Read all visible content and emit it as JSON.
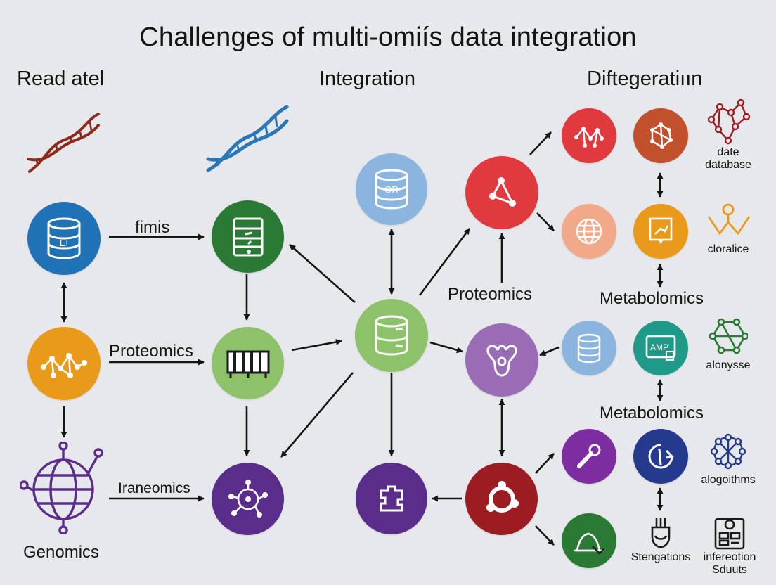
{
  "title": "Challenges of multi-omiís data integration",
  "columns": {
    "left": "Read atel",
    "middle": "Integration",
    "right": "Diftegeratiıın"
  },
  "labels": {
    "fimis": "fimis",
    "proteomics_left": "Proteomics",
    "iraneomics": "Iraneomics",
    "genomics": "Genomics",
    "proteomics_center": "Proteomics",
    "metabolomics_1": "Metabolomics",
    "metabolomics_2": "Metabolomics"
  },
  "captions": {
    "date_database": "date\ndatabase",
    "cloralice": "cloralice",
    "alonysse": "alonysse",
    "alogoithms": "alogoithms",
    "stengations": "Stengations",
    "infereotion_sduuts": "infereotion\nSduuts"
  },
  "node_text": {
    "db_left": "EI",
    "db_or": "OR",
    "amp": "AMP"
  },
  "icons": {
    "dna_left": "dna-helix-icon",
    "dna_center": "dna-helix-icon",
    "database": "database-icon",
    "network": "network-icon",
    "globe": "globe-icon",
    "chart": "chart-icon"
  },
  "colors": {
    "blue_dark": "#1f72b5",
    "green_dark": "#2a7a36",
    "green_light": "#8ec26a",
    "orange": "#e99a1a",
    "purple": "#5b2d8a",
    "violet": "#9b6cb6",
    "red": "#e03a3e",
    "dark_red": "#9c1c21",
    "rust": "#c1512d",
    "salmon": "#f2a98a",
    "light_blue": "#8bb5de",
    "teal": "#1f9a88",
    "navy": "#253a8c"
  }
}
